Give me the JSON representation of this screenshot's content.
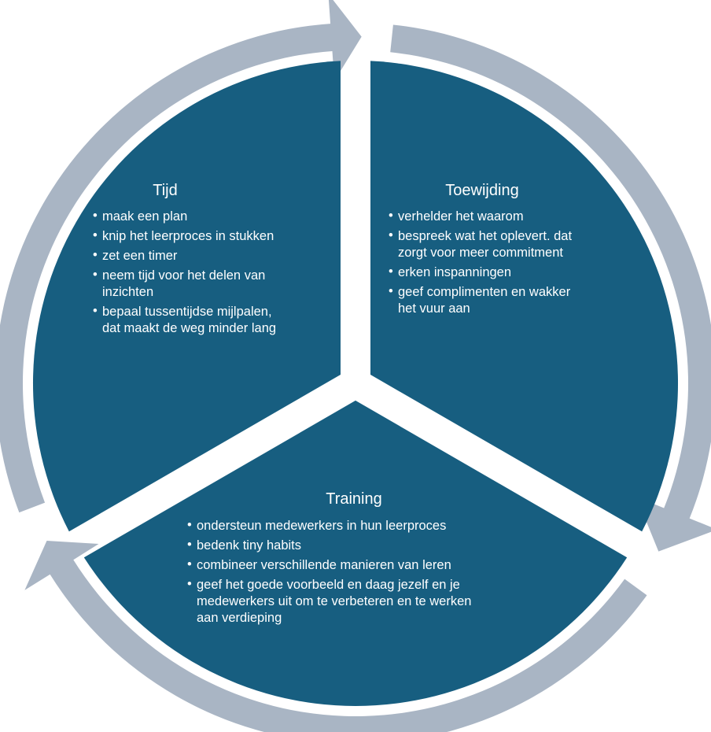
{
  "colors": {
    "segment_fill": "#175e80",
    "arrow_fill": "#a9b5c4",
    "background": "#ffffff",
    "text": "#ffffff"
  },
  "segments": [
    {
      "id": "tijd",
      "title": "Tijd",
      "items": [
        [
          "maak een plan"
        ],
        [
          "knip het leerproces in stukken"
        ],
        [
          "zet een timer"
        ],
        [
          "neem tijd voor  het delen van",
          "inzichten"
        ],
        [
          "bepaal tussentijdse mijlpalen,",
          "dat maakt de weg minder lang"
        ]
      ]
    },
    {
      "id": "toewijding",
      "title": "Toewijding",
      "items": [
        [
          "verhelder het waarom"
        ],
        [
          "bespreek wat het oplevert. dat",
          "zorgt voor  meer commitment"
        ],
        [
          "erken inspanningen"
        ],
        [
          "geef complimenten en wakker",
          "het vuur aan"
        ]
      ]
    },
    {
      "id": "training",
      "title": "Training",
      "items": [
        [
          "ondersteun medewerkers in hun leerproces"
        ],
        [
          "bedenk tiny habits"
        ],
        [
          "combineer verschillende manieren van leren"
        ],
        [
          "geef het goede voorbeeld en daag jezelf en je",
          "medewerkers uit om te verbeteren en te werken",
          "aan verdieping"
        ]
      ]
    }
  ]
}
